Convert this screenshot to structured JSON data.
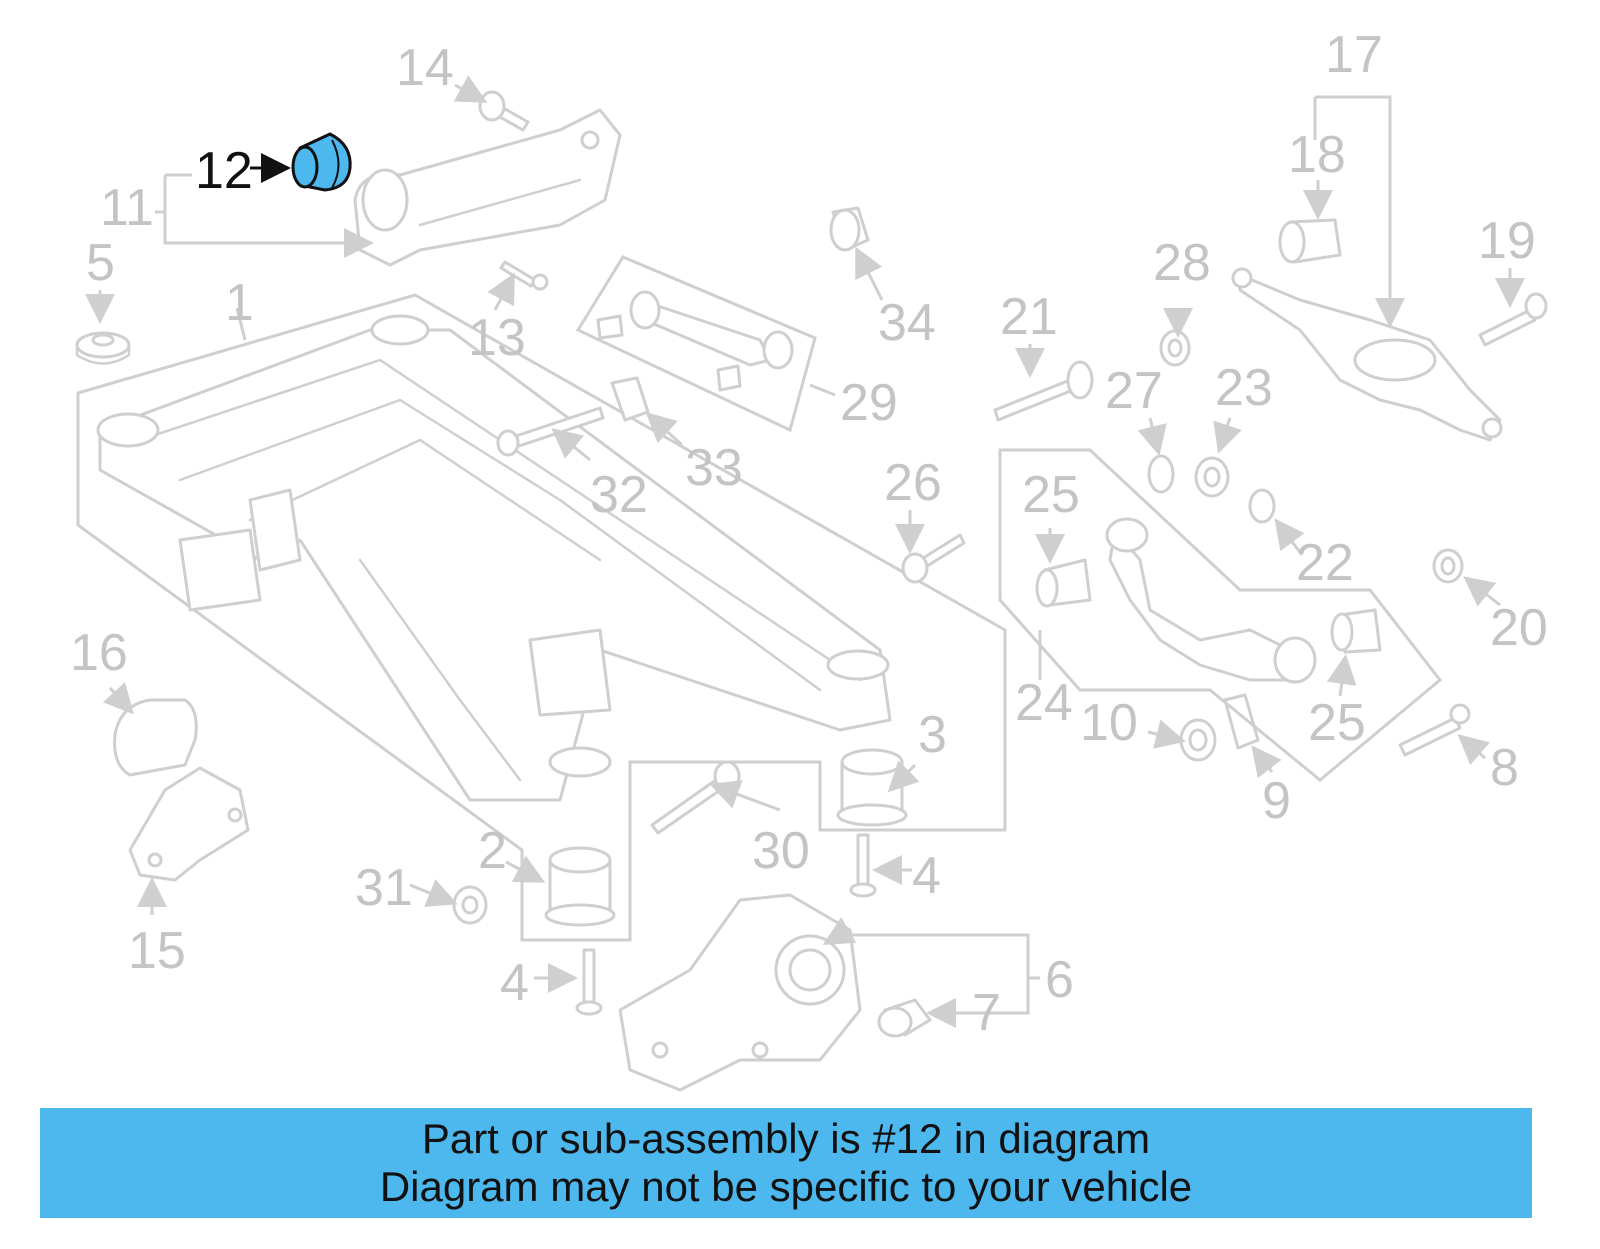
{
  "diagram": {
    "highlight_color": "#4db8ee",
    "highlighted_callout": "12",
    "callouts": {
      "c1": "1",
      "c2": "2",
      "c3": "3",
      "c4a": "4",
      "c4b": "4",
      "c5": "5",
      "c6": "6",
      "c7": "7",
      "c8": "8",
      "c9": "9",
      "c10": "10",
      "c11": "11",
      "c12": "12",
      "c13": "13",
      "c14": "14",
      "c15": "15",
      "c16": "16",
      "c17": "17",
      "c18": "18",
      "c19": "19",
      "c20": "20",
      "c21": "21",
      "c22": "22",
      "c23": "23",
      "c24": "24",
      "c25a": "25",
      "c25b": "25",
      "c26": "26",
      "c27": "27",
      "c28": "28",
      "c29": "29",
      "c30": "30",
      "c31": "31",
      "c32": "32",
      "c33": "33",
      "c34": "34"
    }
  },
  "footer": {
    "line1": "Part or sub-assembly is #12 in diagram",
    "line2": "Diagram may not be specific to your vehicle"
  }
}
